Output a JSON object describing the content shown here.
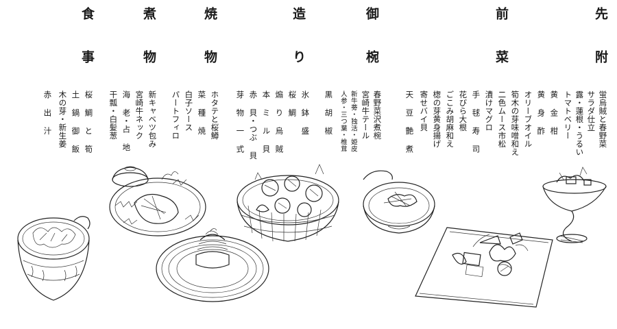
{
  "courses": [
    {
      "heading": "先附",
      "items": [
        "蛍烏賊と春野菜",
        "サラダ仕立",
        "露・蓮根・うるい",
        "トマトベリー",
        "黄 金 柑",
        "黄 身 酢",
        "オリーブオイル"
      ]
    },
    {
      "heading": "前菜",
      "items": [
        "筍木の芽味噌和え",
        "二色ムース市松",
        "漬けマグロ",
        "手 毬 寿 司",
        "花びら大根",
        "ごこみ胡麻和え",
        "楤の芽黄身揚げ",
        "寄せバイ貝",
        "天 豆 艶 煮"
      ]
    },
    {
      "heading": "御椀",
      "items": [
        "春野菜沢煮椀",
        "宮崎牛テール",
        "新牛蒡・独活・姫皮",
        "人参・三つ葉・椎茸",
        "黒 胡 椒"
      ]
    },
    {
      "heading": "造り",
      "items": [
        "氷 鉢 盛",
        "桜 鯛",
        "煽 り 烏 賊",
        "本 ミ ル 貝",
        "赤 貝・つぶ 貝",
        "芽 物 一 式"
      ]
    },
    {
      "heading": "焼物",
      "items": [
        "ホタテと桜鱒",
        "菜 種 焼",
        "白子ソース",
        "パートフィロ"
      ]
    },
    {
      "heading": "煮物",
      "items": [
        "新キャベツ包み",
        "宮崎牛ネック",
        "海 老・占 地",
        "干瓢・白髪葱"
      ]
    },
    {
      "heading": "食事",
      "items": [
        "桜 鯛 と 筍",
        "土 鍋 御 飯",
        "木の芽・新生姜",
        "赤 出 汁"
      ]
    }
  ]
}
